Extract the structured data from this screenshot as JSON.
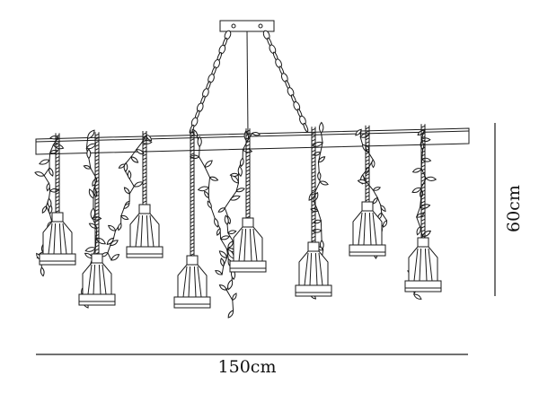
{
  "dimensions": {
    "width_label": "150cm",
    "height_label": "60cm"
  },
  "product": {
    "lamp_count": 8
  },
  "colors": {
    "line": "#1a1a1a",
    "background": "#ffffff"
  }
}
